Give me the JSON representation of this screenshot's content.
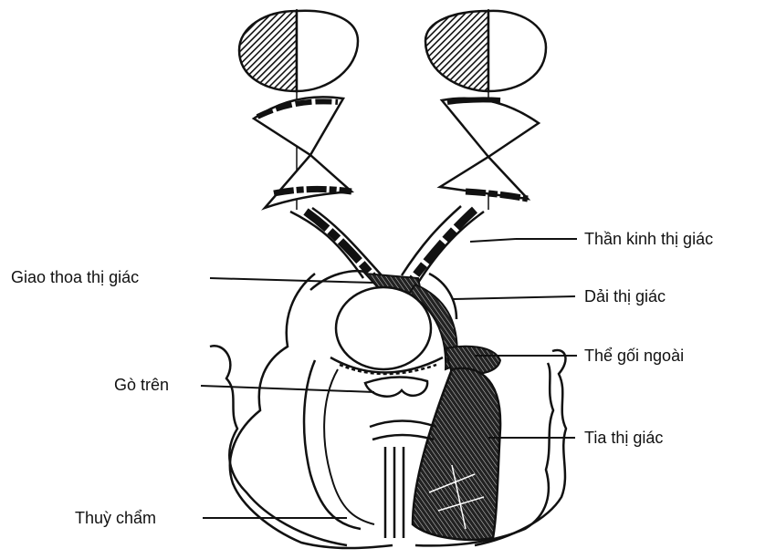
{
  "labels": {
    "optic_nerve": "Thần kinh thị giác",
    "optic_chiasm": "Giao thoa thị giác",
    "optic_tract": "Dải thị giác",
    "lateral_geniculate": "Thể gối ngoài",
    "superior_colliculus": "Gò trên",
    "optic_radiation": "Tia thị giác",
    "occipital_lobe": "Thuỳ chẩm"
  },
  "colors": {
    "ink": "#111111",
    "paper": "#ffffff"
  }
}
